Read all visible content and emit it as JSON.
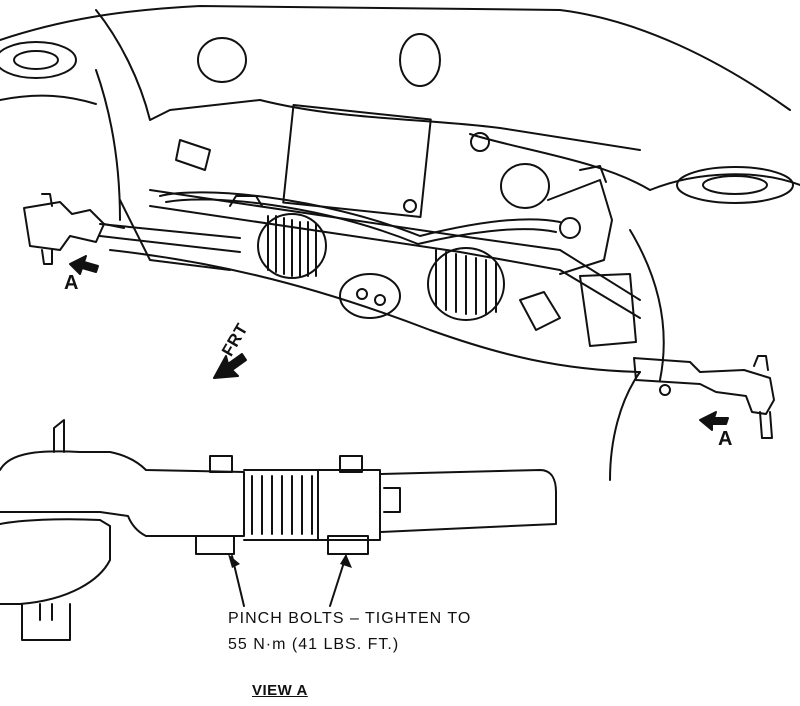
{
  "callouts": {
    "view_ref_left": "A",
    "view_ref_right": "A",
    "front": "FRT",
    "pinch_line1": "PINCH BOLTS – TIGHTEN TO",
    "pinch_line2": "55 N·m (41 LBS. FT.)",
    "view_title": "VIEW A"
  },
  "colors": {
    "ink": "#111111",
    "paper": "#ffffff"
  }
}
